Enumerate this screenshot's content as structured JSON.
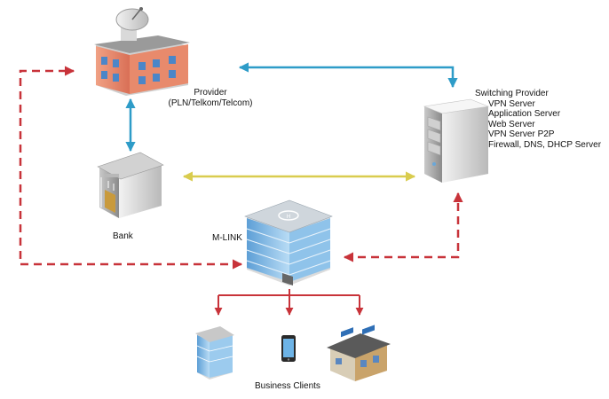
{
  "nodes": {
    "provider": {
      "title": "Provider",
      "subtitle": "(PLN/Telkom/Telcom)",
      "icon": "satellite-building-icon"
    },
    "switching": {
      "title": "Switching Provider",
      "services": [
        "VPN Server",
        "Application Server",
        "Web Server",
        "VPN Server P2P",
        "Firewall, DNS, DHCP  Server"
      ],
      "icon": "server-tower-icon"
    },
    "bank": {
      "title": "Bank",
      "icon": "bank-building-icon"
    },
    "mlink": {
      "title": "M-LINK",
      "icon": "office-tower-icon"
    },
    "clients": {
      "title": "Business Clients",
      "icons": [
        "office-building-icon",
        "smartphone-icon",
        "house-icon"
      ]
    }
  },
  "colors": {
    "blue_link": "#2e9cc8",
    "yellow_link": "#d9cc4e",
    "red_link": "#c8333a"
  }
}
